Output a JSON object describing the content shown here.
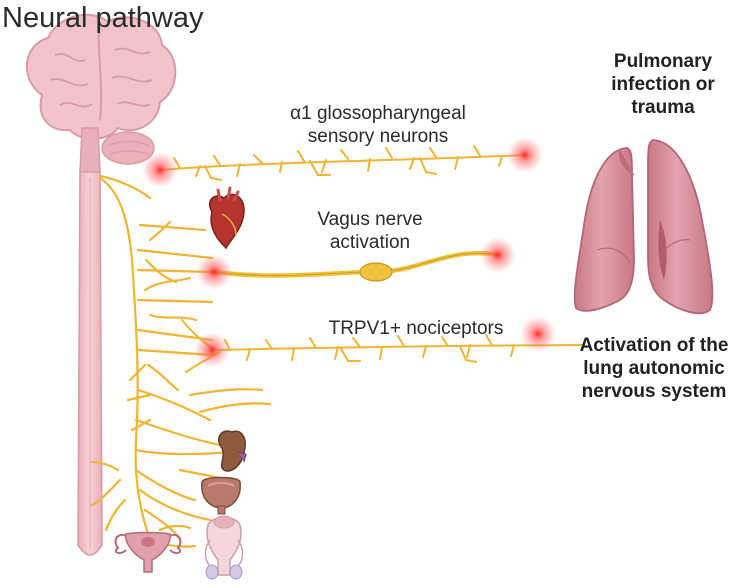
{
  "title": "Neural pathway",
  "labels": {
    "glossopharyngeal": [
      "α1 glossopharyngeal",
      "sensory neurons"
    ],
    "vagus": [
      "Vagus nerve",
      "activation"
    ],
    "trpv1": "TRPV1+ nociceptors",
    "pulmonary": [
      "Pulmonary",
      "infection or",
      "trauma"
    ],
    "activation": [
      "Activation of the",
      "lung autonomic",
      "nervous system"
    ]
  },
  "icons": {
    "brain": "brain-icon",
    "spinal_cord": "spinal-cord-icon",
    "heart": "heart-icon",
    "kidney": "kidney-icon",
    "bladder": "bladder-icon",
    "uterus": "uterus-icon",
    "male_reproductive": "male-reproductive-icon",
    "lungs": "lungs-icon"
  },
  "colors": {
    "nerve": "#f2b431",
    "ganglion": "#f0c13a",
    "glow": "#ff3b3b",
    "brain": "#f2c3cb",
    "lung": "#d98e9b",
    "text": "#2b2b2b"
  }
}
